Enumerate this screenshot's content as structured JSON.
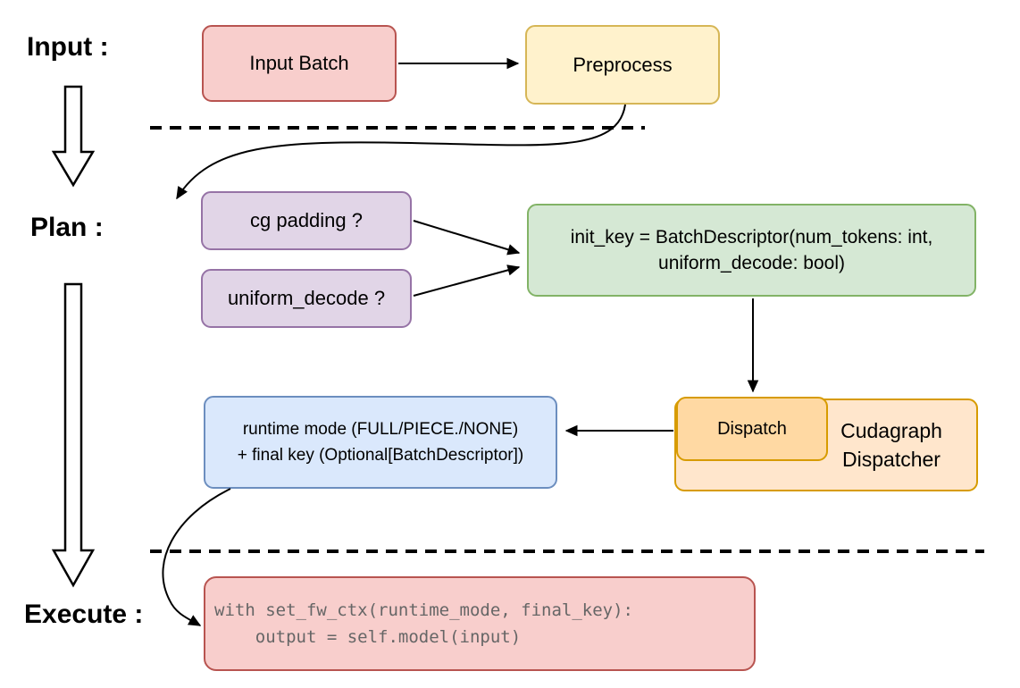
{
  "sections": {
    "input_label": "Input :",
    "plan_label": "Plan :",
    "execute_label": "Execute :"
  },
  "nodes": {
    "input_batch": "Input Batch",
    "preprocess": "Preprocess",
    "cg_padding": "cg padding ?",
    "uniform_decode": "uniform_decode ?",
    "init_key_line1": "init_key = BatchDescriptor(num_tokens: int,",
    "init_key_line2": "uniform_decode: bool)",
    "dispatch": "Dispatch",
    "cudagraph_dispatcher": "Cudagraph Dispatcher",
    "runtime_line1": "runtime mode (FULL/PIECE./NONE)",
    "runtime_line2": "+ final key (Optional[BatchDescriptor])",
    "code_line1": "with set_fw_ctx(runtime_mode, final_key):",
    "code_line2": "    output = self.model(input)"
  },
  "palette": {
    "red_fill": "#f8cecc",
    "red_stroke": "#b85450",
    "yellow_fill": "#fff2cc",
    "yellow_stroke": "#d6b656",
    "purple_fill": "#e1d5e7",
    "purple_stroke": "#9673a6",
    "green_fill": "#d5e8d4",
    "green_stroke": "#82b366",
    "blue_fill": "#dae8fc",
    "blue_stroke": "#6c8ebf",
    "orange_fill": "#ffe6cc",
    "orange_stroke": "#d79b00",
    "dispatch_fill": "#ffd9a3",
    "code_text": "#666666",
    "arrow": "#000000",
    "background": "#ffffff"
  }
}
